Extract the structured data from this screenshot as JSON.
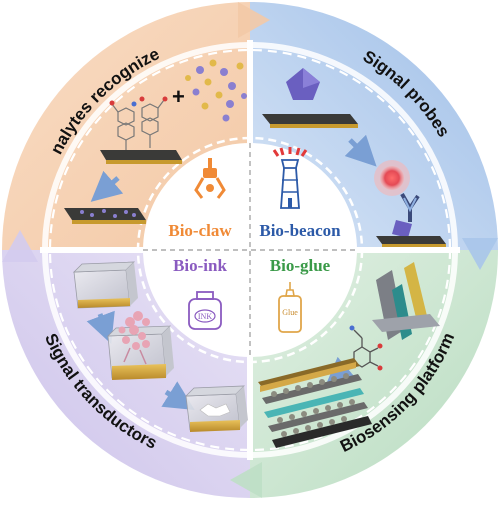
{
  "quadrants": [
    {
      "key": "analytes",
      "title": "Analytes recognizer",
      "color": "#f6d3b6",
      "center_label": "Bio-claw",
      "center_color": "#f08a36"
    },
    {
      "key": "signal",
      "title": "Signal probes",
      "color": "#bcd2ee",
      "center_label": "Bio-beacon",
      "center_color": "#2c5aa8"
    },
    {
      "key": "transduct",
      "title": "Signal transductors",
      "color": "#d9d3ef",
      "center_label": "Bio-ink",
      "center_color": "#8a5bc0"
    },
    {
      "key": "platform",
      "title": "Biosensing platform",
      "color": "#cfe6d3",
      "center_label": "Bio-glue",
      "center_color": "#3a9a48"
    }
  ],
  "icons": {
    "ink_bottle_label": "INK",
    "glue_bottle_label": "Glue"
  },
  "plus_symbol": "+"
}
